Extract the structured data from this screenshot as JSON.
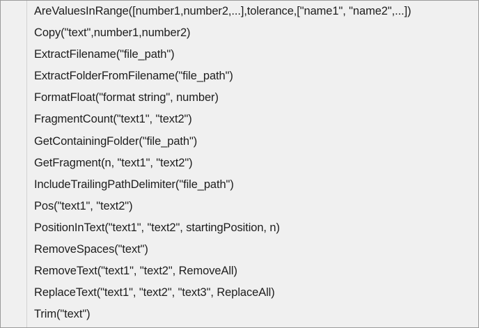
{
  "panel": {
    "kind": "function-signature-list",
    "background_color": "#f0f0f0",
    "border_color": "#9a9a9a",
    "divider_color": "#d2d2d2",
    "text_color": "#1d1d1d"
  },
  "list": {
    "items": [
      {
        "signature": "AreValuesInRange([number1,number2,...],tolerance,[\"name1\", \"name2\",...])"
      },
      {
        "signature": "Copy(\"text\",number1,number2)"
      },
      {
        "signature": "ExtractFilename(\"file_path\")"
      },
      {
        "signature": "ExtractFolderFromFilename(\"file_path\")"
      },
      {
        "signature": "FormatFloat(\"format string\", number)"
      },
      {
        "signature": "FragmentCount(\"text1\", \"text2\")"
      },
      {
        "signature": "GetContainingFolder(\"file_path\")"
      },
      {
        "signature": "GetFragment(n, \"text1\", \"text2\")"
      },
      {
        "signature": "IncludeTrailingPathDelimiter(\"file_path\")"
      },
      {
        "signature": "Pos(\"text1\", \"text2\")"
      },
      {
        "signature": "PositionInText(\"text1\", \"text2\", startingPosition, n)"
      },
      {
        "signature": "RemoveSpaces(\"text\")"
      },
      {
        "signature": "RemoveText(\"text1\", \"text2\", RemoveAll)"
      },
      {
        "signature": "ReplaceText(\"text1\", \"text2\", \"text3\", ReplaceAll)"
      },
      {
        "signature": "Trim(\"text\")"
      }
    ]
  }
}
